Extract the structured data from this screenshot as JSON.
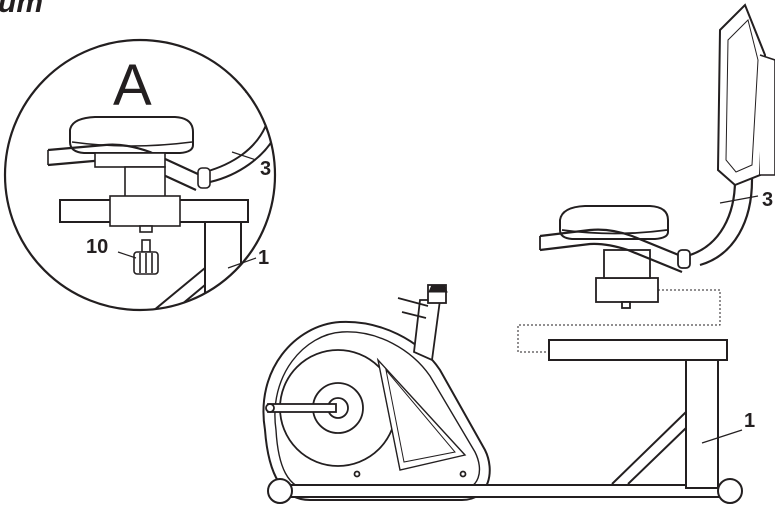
{
  "header_fragment": "um",
  "detail": {
    "letter": "A",
    "labels": {
      "backrest": "3",
      "knob": "10",
      "frame": "1"
    }
  },
  "main": {
    "labels": {
      "backrest": "3",
      "frame": "1"
    }
  },
  "colors": {
    "line": "#231f20",
    "fill": "#ffffff",
    "shade": "#e6e6e6"
  }
}
